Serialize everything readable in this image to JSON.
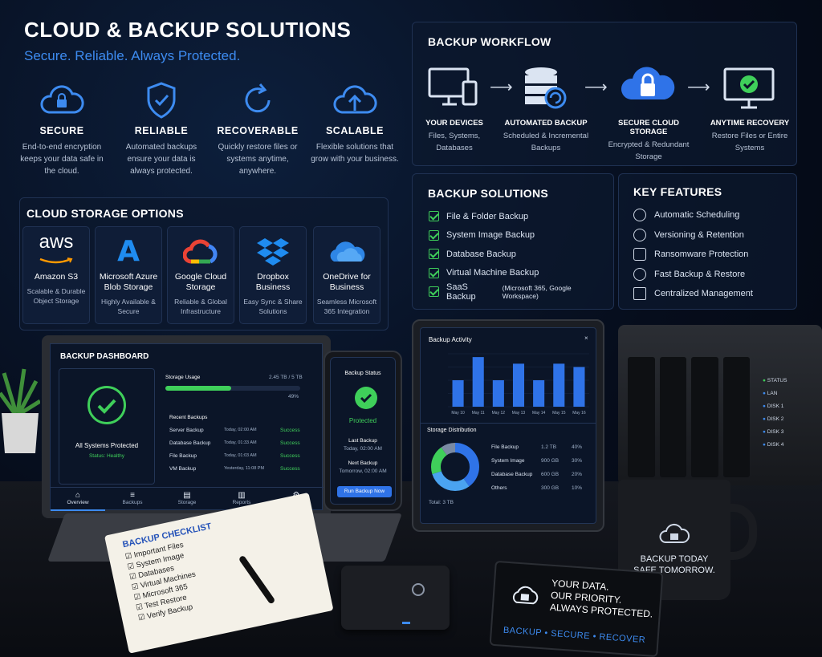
{
  "header": {
    "title": "CLOUD & BACKUP SOLUTIONS",
    "subtitle": "Secure. Reliable. Always Protected."
  },
  "features": [
    {
      "title": "SECURE",
      "desc": "End-to-end encryption keeps your data safe in the cloud.",
      "icon": "cloud-lock-icon"
    },
    {
      "title": "RELIABLE",
      "desc": "Automated backups ensure your data is always protected.",
      "icon": "shield-check-icon"
    },
    {
      "title": "RECOVERABLE",
      "desc": "Quickly restore files or systems anytime, anywhere.",
      "icon": "refresh-icon"
    },
    {
      "title": "SCALABLE",
      "desc": "Flexible solutions that grow with your business.",
      "icon": "cloud-upload-icon"
    }
  ],
  "storage": {
    "title": "CLOUD STORAGE OPTIONS",
    "providers": [
      {
        "name": "Amazon S3",
        "desc": "Scalable & Durable Object Storage",
        "logo": "aws"
      },
      {
        "name": "Microsoft Azure Blob Storage",
        "desc": "Highly Available & Secure",
        "logo": "A"
      },
      {
        "name": "Google Cloud Storage",
        "desc": "Reliable & Global Infrastructure",
        "logo": ""
      },
      {
        "name": "Dropbox Business",
        "desc": "Easy Sync & Share Solutions",
        "logo": ""
      },
      {
        "name": "OneDrive for Business",
        "desc": "Seamless Microsoft 365 Integration",
        "logo": ""
      }
    ]
  },
  "workflow": {
    "title": "BACKUP WORKFLOW",
    "steps": [
      {
        "title": "YOUR DEVICES",
        "desc": "Files, Systems, Databases",
        "icon": "devices-icon"
      },
      {
        "title": "AUTOMATED BACKUP",
        "desc": "Scheduled & Incremental Backups",
        "icon": "database-icon"
      },
      {
        "title": "SECURE CLOUD STORAGE",
        "desc": "Encrypted & Redundant Storage",
        "icon": "cloud-lock-icon"
      },
      {
        "title": "ANYTIME RECOVERY",
        "desc": "Restore Files or Entire Systems",
        "icon": "monitor-check-icon"
      }
    ]
  },
  "solutions": {
    "title": "BACKUP SOLUTIONS",
    "items": [
      "File & Folder Backup",
      "System Image Backup",
      "Database Backup",
      "Virtual Machine Backup",
      "SaaS Backup"
    ],
    "saas_note": "(Microsoft 365, Google Workspace)"
  },
  "key_features": {
    "title": "KEY FEATURES",
    "items": [
      "Automatic Scheduling",
      "Versioning & Retention",
      "Ransomware Protection",
      "Fast Backup & Restore",
      "Centralized Management"
    ]
  },
  "laptop": {
    "title": "BACKUP DASHBOARD",
    "status": "All Systems Protected",
    "health": "Status: Healthy",
    "storage_label": "Storage Usage",
    "storage_value": "2.45 TB / 5 TB",
    "storage_pct": "49%",
    "storage_fraction": 0.49,
    "recent_title": "Recent Backups",
    "rows": [
      {
        "name": "Server Backup",
        "time": "Today, 02:00 AM",
        "status": "Success"
      },
      {
        "name": "Database Backup",
        "time": "Today, 01:33 AM",
        "status": "Success"
      },
      {
        "name": "File Backup",
        "time": "Today, 01:03 AM",
        "status": "Success"
      },
      {
        "name": "VM Backup",
        "time": "Yesterday, 11:08 PM",
        "status": "Success"
      }
    ],
    "nav": [
      "Overview",
      "Backups",
      "Storage",
      "Reports",
      "Settings"
    ]
  },
  "phone": {
    "title": "Backup Status",
    "state": "Protected",
    "last_label": "Last Backup",
    "last_value": "Today, 02:00 AM",
    "next_label": "Next Backup",
    "next_value": "Tomorrow, 02:00 AM",
    "button": "Run Backup Now"
  },
  "tablet": {
    "activity_title": "Backup Activity",
    "close": "×",
    "dist_title": "Storage Distribution",
    "total": "Total: 3 TB",
    "chart_data": {
      "type": "bar",
      "categories": [
        "May 10",
        "May 11",
        "May 12",
        "May 13",
        "May 14",
        "May 15",
        "May 16"
      ],
      "values": [
        4,
        7.5,
        4,
        6.5,
        4,
        6.5,
        6
      ],
      "color": "#2f73e8"
    },
    "distribution": [
      {
        "name": "File Backup",
        "size": "1.2 TB",
        "pct": "40%",
        "value": 40,
        "color": "#2f73e8"
      },
      {
        "name": "System Image",
        "size": "900 GB",
        "pct": "30%",
        "value": 30,
        "color": "#4aa3f0"
      },
      {
        "name": "Database Backup",
        "size": "600 GB",
        "pct": "20%",
        "value": 20,
        "color": "#3fcf5a"
      },
      {
        "name": "Others",
        "size": "300 GB",
        "pct": "10%",
        "value": 10,
        "color": "#7a8aa3"
      }
    ]
  },
  "nas": {
    "leds": [
      "STATUS",
      "LAN",
      "DISK 1",
      "DISK 2",
      "DISK 3",
      "DISK 4"
    ]
  },
  "notepad": {
    "title": "BACKUP CHECKLIST",
    "items": [
      "Important Files",
      "System Image",
      "Databases",
      "Virtual Machines",
      "Microsoft 365",
      "Test Restore",
      "Verify Backup"
    ]
  },
  "mug": {
    "line1": "BACKUP TODAY",
    "line2": "SAFE TOMORROW."
  },
  "sign": {
    "line1": "YOUR DATA.",
    "line2": "OUR PRIORITY.",
    "line3": "ALWAYS PROTECTED.",
    "tag": "BACKUP • SECURE • RECOVER"
  }
}
